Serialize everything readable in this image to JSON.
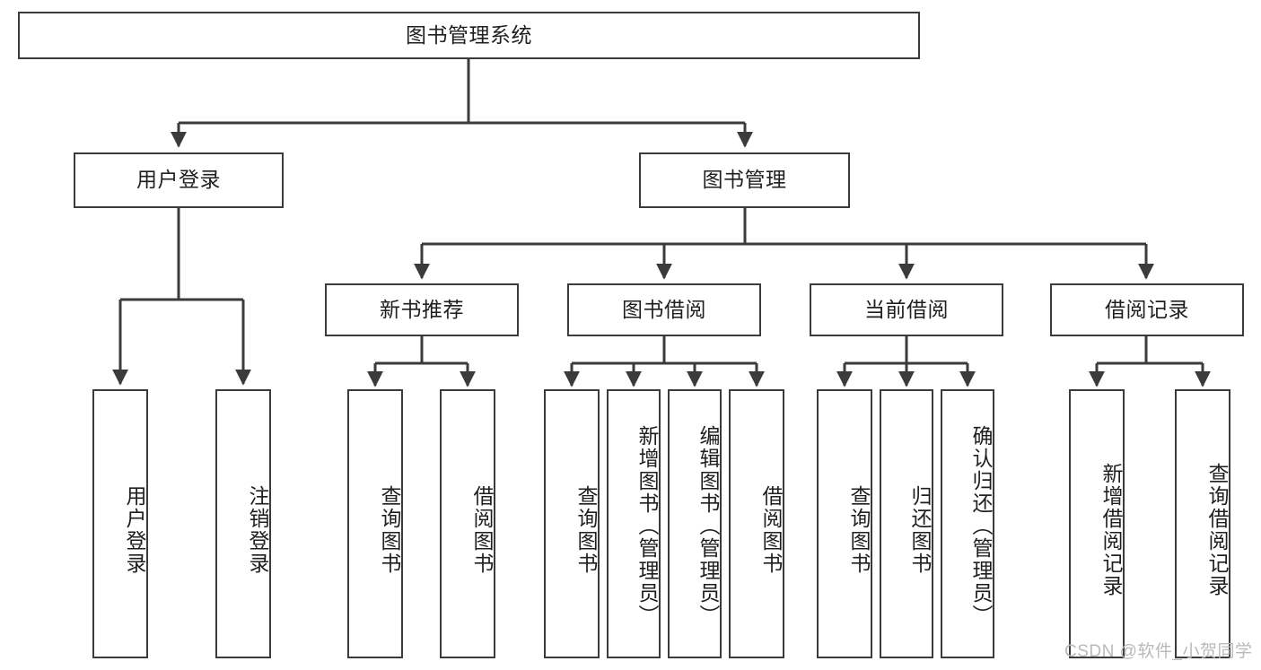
{
  "diagram": {
    "type": "tree-hierarchy",
    "title": "图书管理系统",
    "watermark": "CSDN @软件_小贺同学",
    "levels": [
      {
        "level": 1,
        "nodes": [
          {
            "id": "root",
            "label": "图书管理系统",
            "orientation": "horizontal"
          }
        ]
      },
      {
        "level": 2,
        "nodes": [
          {
            "id": "login",
            "label": "用户登录",
            "orientation": "horizontal",
            "parent": "root"
          },
          {
            "id": "bookmgmt",
            "label": "图书管理",
            "orientation": "horizontal",
            "parent": "root"
          }
        ]
      },
      {
        "level": 3,
        "nodes": [
          {
            "id": "newbook",
            "label": "新书推荐",
            "orientation": "horizontal",
            "parent": "bookmgmt"
          },
          {
            "id": "borrow",
            "label": "图书借阅",
            "orientation": "horizontal",
            "parent": "bookmgmt"
          },
          {
            "id": "current",
            "label": "当前借阅",
            "orientation": "horizontal",
            "parent": "bookmgmt"
          },
          {
            "id": "records",
            "label": "借阅记录",
            "orientation": "horizontal",
            "parent": "bookmgmt"
          }
        ]
      },
      {
        "level": 4,
        "nodes": [
          {
            "id": "leaf-1",
            "label": "用户登录",
            "orientation": "vertical",
            "parent": "login"
          },
          {
            "id": "leaf-2",
            "label": "注销登录",
            "orientation": "vertical",
            "parent": "login"
          },
          {
            "id": "leaf-3",
            "label": "查询图书",
            "orientation": "vertical",
            "parent": "newbook"
          },
          {
            "id": "leaf-4",
            "label": "借阅图书",
            "orientation": "vertical",
            "parent": "newbook"
          },
          {
            "id": "leaf-5",
            "label": "查询图书",
            "orientation": "vertical",
            "parent": "borrow"
          },
          {
            "id": "leaf-6",
            "label": "新增图书（管理员）",
            "orientation": "vertical",
            "parent": "borrow"
          },
          {
            "id": "leaf-7",
            "label": "编辑图书（管理员）",
            "orientation": "vertical",
            "parent": "borrow"
          },
          {
            "id": "leaf-8",
            "label": "借阅图书",
            "orientation": "vertical",
            "parent": "borrow"
          },
          {
            "id": "leaf-9",
            "label": "查询图书",
            "orientation": "vertical",
            "parent": "current"
          },
          {
            "id": "leaf-10",
            "label": "归还图书",
            "orientation": "vertical",
            "parent": "current"
          },
          {
            "id": "leaf-11",
            "label": "确认归还（管理员）",
            "orientation": "vertical",
            "parent": "current"
          },
          {
            "id": "leaf-12",
            "label": "新增借阅记录",
            "orientation": "vertical",
            "parent": "records"
          },
          {
            "id": "leaf-13",
            "label": "查询借阅记录",
            "orientation": "vertical",
            "parent": "records"
          }
        ]
      }
    ],
    "colors": {
      "border": "#3b3b3b",
      "background": "#ffffff",
      "text": "#1f1f1f",
      "watermark": "#b9b9b9"
    }
  }
}
